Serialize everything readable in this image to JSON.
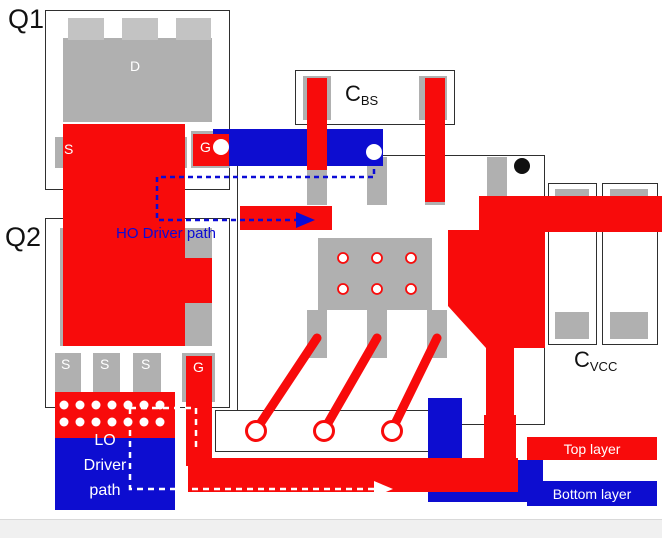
{
  "colors": {
    "top_layer": "#f80b0b",
    "bottom_layer": "#0d0dd0",
    "pad_gray": "#b0b0b0"
  },
  "transistors": {
    "q1": {
      "name": "Q1",
      "drain": "D",
      "source": "S",
      "gate": "G"
    },
    "q2": {
      "name": "Q2",
      "sources": [
        "S",
        "S",
        "S"
      ],
      "gate": "G"
    }
  },
  "capacitors": {
    "cbs": {
      "prefix": "C",
      "subscript": "BS"
    },
    "cvcc": {
      "prefix": "C",
      "subscript": "VCC"
    }
  },
  "annotations": {
    "ho_path": "HO Driver path",
    "lo_path_lines": [
      "LO",
      "Driver",
      "path"
    ]
  },
  "legend": {
    "items": [
      {
        "label": "Top layer",
        "color": "#f80b0b"
      },
      {
        "label": "Bottom layer",
        "color": "#0d0dd0"
      }
    ]
  }
}
